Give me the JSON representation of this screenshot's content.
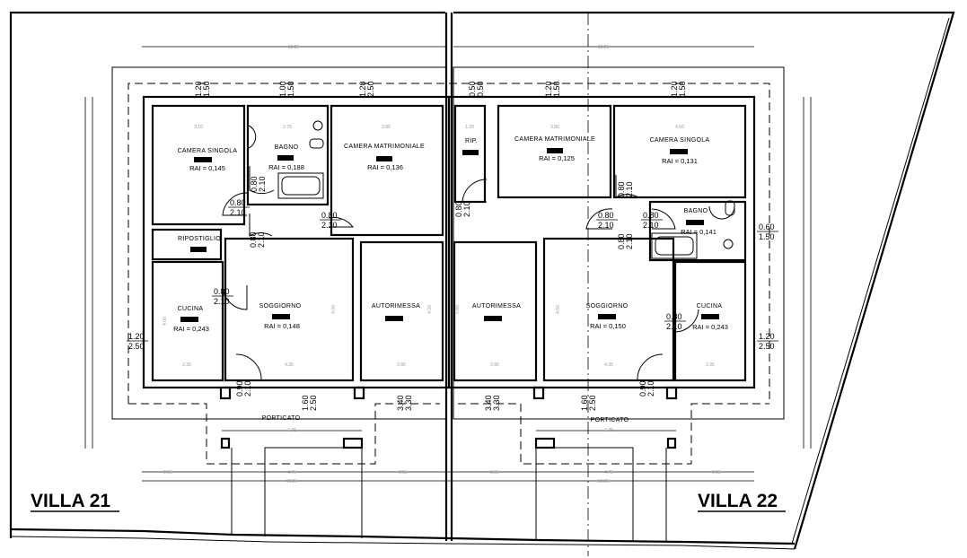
{
  "villas": [
    {
      "title": "VILLA 21",
      "porch": "PORTICATO",
      "rooms": [
        {
          "name": "CAMERA SINGOLA",
          "rai": "RAI = 0,145"
        },
        {
          "name": "BAGNO",
          "rai": "RAI = 0,188"
        },
        {
          "name": "CAMERA MATRIMONIALE",
          "rai": "RAI = 0,136"
        },
        {
          "name": "RIPOSTIGLIO"
        },
        {
          "name": "CUCINA",
          "rai": "RAI = 0,243"
        },
        {
          "name": "SOGGIORNO",
          "rai": "RAI = 0,148"
        },
        {
          "name": "AUTORIMESSA"
        }
      ]
    },
    {
      "title": "VILLA 22",
      "porch": "PORTICATO",
      "rooms": [
        {
          "name": "RIP."
        },
        {
          "name": "CAMERA MATRIMONIALE",
          "rai": "RAI = 0,125"
        },
        {
          "name": "CAMERA SINGOLA",
          "rai": "RAI = 0,131"
        },
        {
          "name": "BAGNO",
          "rai": "RAI = 0,141"
        },
        {
          "name": "AUTORIMESSA"
        },
        {
          "name": "SOGGIORNO",
          "rai": "RAI = 0,150"
        },
        {
          "name": "CUCINA",
          "rai": "RAI = 0,243"
        }
      ]
    }
  ],
  "openings": [
    {
      "a": "0.80",
      "b": "2.10"
    },
    {
      "a": "0.80",
      "b": "2.10"
    },
    {
      "a": "0.80",
      "b": "2.10"
    },
    {
      "a": "0.80",
      "b": "2.10"
    },
    {
      "a": "0.80",
      "b": "2.10"
    },
    {
      "a": "0.90",
      "b": "2.10"
    },
    {
      "a": "0.80",
      "b": "2.10"
    },
    {
      "a": "0.80",
      "b": "2.10"
    },
    {
      "a": "0.80",
      "b": "2.10"
    },
    {
      "a": "0.80",
      "b": "2.10"
    },
    {
      "a": "0.80",
      "b": "2.10"
    },
    {
      "a": "0.90",
      "b": "2.10"
    },
    {
      "a": "0.80",
      "b": "2.10"
    },
    {
      "a": "1.20",
      "b": "1.50"
    },
    {
      "a": "1.00",
      "b": "1.50"
    },
    {
      "a": "1.20",
      "b": "2.50"
    },
    {
      "a": "0.50",
      "b": "0.50"
    },
    {
      "a": "1.20",
      "b": "1.50"
    },
    {
      "a": "1.20",
      "b": "1.50"
    },
    {
      "a": "1.20",
      "b": "2.50"
    },
    {
      "a": "1.20",
      "b": "2.50"
    },
    {
      "a": "0.60",
      "b": "1.50"
    },
    {
      "a": "1.60",
      "b": "2.50"
    },
    {
      "a": "3.40",
      "b": "3.30"
    },
    {
      "a": "3.40",
      "b": "3.30"
    },
    {
      "a": "1.60",
      "b": "2.50"
    }
  ],
  "dimensions": [
    "10.25",
    "10.25",
    "3.10",
    "2.75",
    "3.85",
    "1.20",
    "3.80",
    "4.50",
    "2.35",
    "4.35",
    "2.80",
    "2.80",
    "4.35",
    "2.95",
    "2.05",
    "4.75",
    "2.85",
    "10.25",
    "2.85",
    "4.75",
    "2.05",
    "10.25",
    "4.75",
    "4.75",
    "4.00",
    "4.00",
    "4.00",
    "5.80",
    "4.50"
  ]
}
